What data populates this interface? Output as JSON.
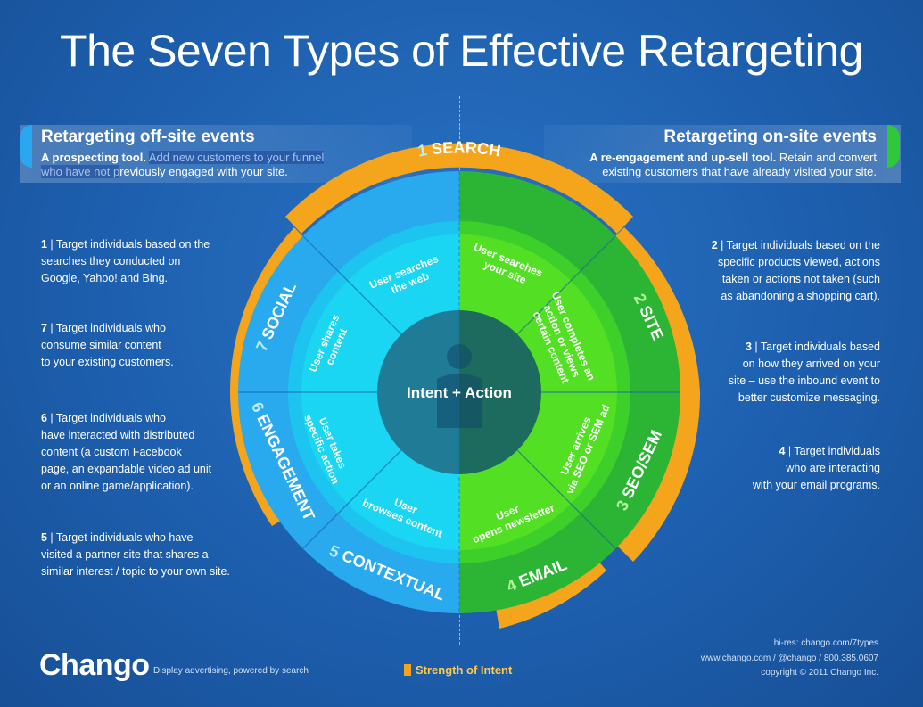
{
  "title": "The Seven Types of Effective Retargeting",
  "offsite": {
    "heading": "Retargeting off-site events",
    "lead": "A prospecting tool.",
    "text_hl": "Add new customers to your funnel who have not p",
    "text_rest": "reviously engaged with your site."
  },
  "onsite": {
    "heading": "Retargeting on-site events",
    "lead": "A re-engagement and up-sell tool.",
    "text": "Retain and convert existing customers that have already visited your site."
  },
  "notes": {
    "n1": {
      "num": "1",
      "line1": " | Target individuals based on the",
      "line2": "searches they conducted on",
      "line3": "Google, Yahoo! and Bing."
    },
    "n7": {
      "num": "7",
      "line1": " | Target individuals who",
      "line2": "consume similar content",
      "line3": "to your existing customers."
    },
    "n6": {
      "num": "6",
      "line1": " | Target individuals who",
      "line2": "have interacted with distributed",
      "line3": "content (a custom Facebook",
      "line4": "page, an expandable video ad unit",
      "line5": "or an online game/application)."
    },
    "n5": {
      "num": "5",
      "line1": " | Target individuals who have",
      "line2": "visited a partner site that shares a",
      "line3": "similar interest / topic to your own site."
    },
    "n2": {
      "num": "2",
      "line1": " | Target individuals based on the",
      "line2": "specific products viewed, actions",
      "line3": "taken or actions not taken (such",
      "line4": "as abandoning a shopping cart)."
    },
    "n3": {
      "num": "3",
      "line1": " | Target individuals based",
      "line2": "on how they arrived on your",
      "line3": "site – use the inbound event to",
      "line4": "better customize messaging."
    },
    "n4": {
      "num": "4",
      "line1": " | Target individuals",
      "line2": "who are interacting",
      "line3": "with your email programs."
    }
  },
  "wheel": {
    "center_label": "Intent + Action",
    "segments": [
      {
        "num": "1",
        "name": "SEARCH",
        "inner": [
          "User searches",
          "the web"
        ]
      },
      {
        "num": "1",
        "name": "",
        "inner": [
          "User searches",
          "your site"
        ]
      },
      {
        "num": "2",
        "name": "SITE",
        "inner": [
          "User completes an",
          "action or views",
          "certain content"
        ]
      },
      {
        "num": "3",
        "name": "SEO/SEM",
        "inner": [
          "User arrives",
          "via SEO or SEM ad"
        ]
      },
      {
        "num": "4",
        "name": "EMAIL",
        "inner": [
          "User",
          "opens newsletter"
        ]
      },
      {
        "num": "5",
        "name": "CONTEXTUAL",
        "inner": [
          "User",
          "browses content"
        ]
      },
      {
        "num": "6",
        "name": "ENGAGEMENT",
        "inner": [
          "User takes",
          "specific action"
        ]
      },
      {
        "num": "7",
        "name": "SOCIAL",
        "inner": [
          "User shares",
          "content"
        ]
      }
    ]
  },
  "colors": {
    "background": "#1d5fae",
    "left_outer": "#29a9ee",
    "left_mid": "#1ec4f0",
    "left_inner": "#1ad6f2",
    "right_outer": "#2cb534",
    "right_mid": "#3dcf2a",
    "right_inner": "#53e024",
    "center": "#1f6f8f",
    "intent_arc": "#f5a51c"
  },
  "footer": {
    "logo": "Chango",
    "tagline": "Display advertising, powered by search",
    "legend": "Strength of Intent",
    "hires": "hi-res: chango.com/7types",
    "contact": "www.chango.com  /  @chango  /  800.385.0607",
    "copyright": "copyright © 2011 Chango Inc."
  }
}
